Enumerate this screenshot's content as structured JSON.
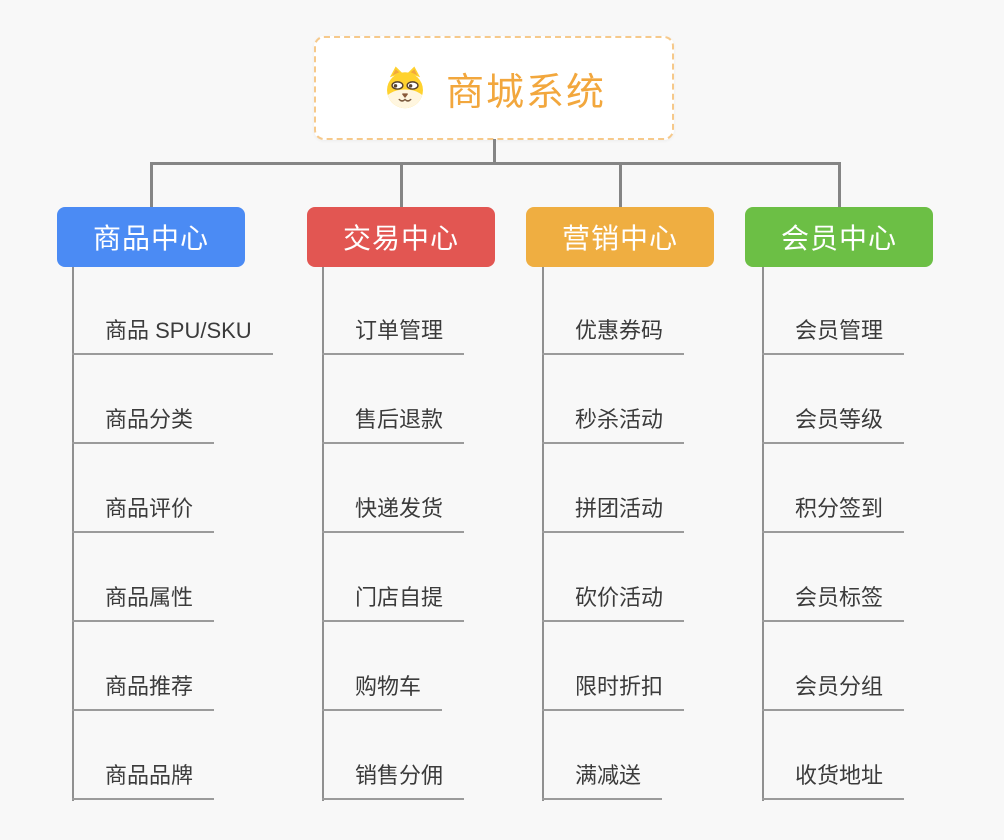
{
  "root": {
    "title": "商城系统",
    "icon": "dog-icon",
    "accent_color": "#F2A73D",
    "border_color": "#F6C98B"
  },
  "branches": [
    {
      "label": "商品中心",
      "color": "#4B8BF4",
      "children": [
        "商品 SPU/SKU",
        "商品分类",
        "商品评价",
        "商品属性",
        "商品推荐",
        "商品品牌"
      ]
    },
    {
      "label": "交易中心",
      "color": "#E25652",
      "children": [
        "订单管理",
        "售后退款",
        "快递发货",
        "门店自提",
        "购物车",
        "销售分佣"
      ]
    },
    {
      "label": "营销中心",
      "color": "#EFAE41",
      "children": [
        "优惠券码",
        "秒杀活动",
        "拼团活动",
        "砍价活动",
        "限时折扣",
        "满减送"
      ]
    },
    {
      "label": "会员中心",
      "color": "#6CBF45",
      "children": [
        "会员管理",
        "会员等级",
        "积分签到",
        "会员标签",
        "会员分组",
        "收货地址"
      ]
    }
  ],
  "colors": {
    "background": "#F8F8F8",
    "connector": "#858585",
    "leaf_line": "#9B9B9B",
    "leaf_text": "#3B3B3B",
    "branch_text": "#FFFFFF"
  }
}
